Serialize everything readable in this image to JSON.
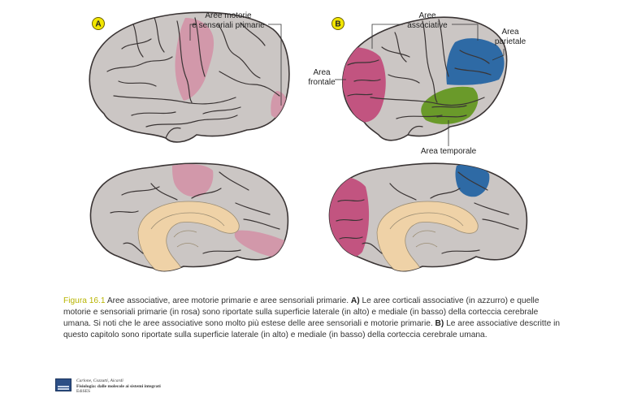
{
  "panels": {
    "a": {
      "badge": "A",
      "label_motor_sensory": [
        "Aree motorie",
        "e sensoriali primarie"
      ]
    },
    "b": {
      "badge": "B",
      "label_associative": [
        "Aree",
        "associative"
      ],
      "label_parietal": [
        "Area",
        "parietale"
      ],
      "label_frontal": [
        "Area",
        "frontale"
      ],
      "label_temporal": "Area temporale"
    }
  },
  "caption": {
    "figure_label": "Figura 16.1",
    "part1": " Aree associative, aree motorie primarie e aree sensoriali primarie. ",
    "a_marker": "A)",
    "part2": " Le aree corticali associative (in azzurro) e quelle motorie e sensoriali primarie (in rosa) sono riportate sulla superficie laterale (in alto) e mediale (in basso) della corteccia cerebrale umana. Si noti che le aree associative sono molto più estese delle aree sensoriali e motorie primarie. ",
    "b_marker": "B)",
    "part3": " Le aree associative descritte in questo capitolo sono riportate sulla superficie laterale (in alto) e mediale (in basso) della corteccia cerebrale umana."
  },
  "book_reference": {
    "authors": "Carlone, Cozzutti, Aicardi",
    "title": "Fisiologia: dalle molecole ai sistemi integrati",
    "publisher": "EdiSES"
  },
  "colors": {
    "cortex": "#cbc6c4",
    "sulcus": "#3a3434",
    "pink_area": "#d38fa6",
    "frontal_area": "#c25480",
    "parietal_area": "#2e6aa5",
    "temporal_area": "#6a9a2a",
    "corpus_callosum": "#efd2a7",
    "badge_fill": "#f2e600"
  }
}
